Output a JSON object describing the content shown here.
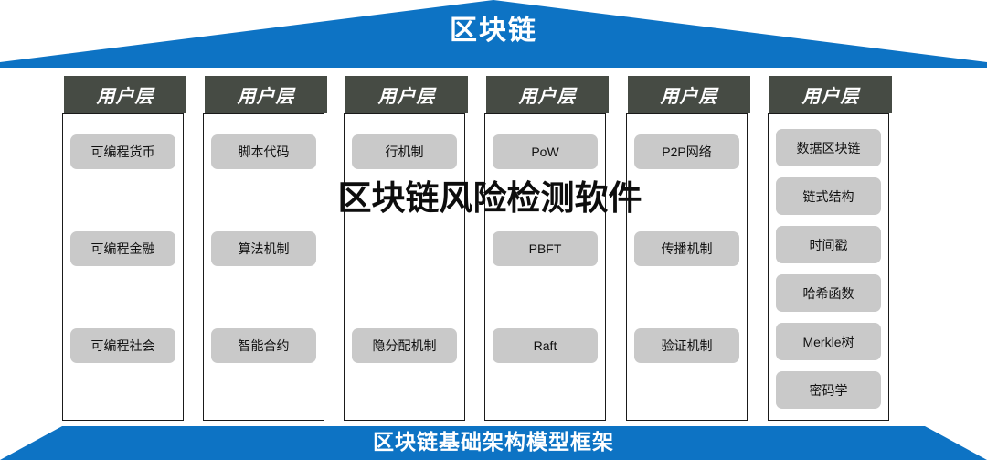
{
  "roof": {
    "label": "区块链",
    "fill": "#0d73c4"
  },
  "base": {
    "label": "区块链基础架构模型框架",
    "fill": "#0d73c4"
  },
  "overlay": {
    "title": "区块链风险检测软件",
    "color": "#0d0d0d"
  },
  "palette": {
    "accent_blue": "#0d73c4",
    "header_gray": "#464b44",
    "pill_gray": "#c9c9c9",
    "outline": "#1a1a1a",
    "background": "#ffffff"
  },
  "columns": [
    {
      "header": "用户层",
      "items": [
        "可编程货币",
        "可编程金融",
        "可编程社会"
      ]
    },
    {
      "header": "用户层",
      "items": [
        "脚本代码",
        "算法机制",
        "智能合约"
      ]
    },
    {
      "header": "用户层",
      "items": [
        "行机制",
        "隐分配机制"
      ]
    },
    {
      "header": "用户层",
      "items": [
        "PoW",
        "PBFT",
        "Raft"
      ]
    },
    {
      "header": "用户层",
      "items": [
        "P2P网络",
        "传播机制",
        "验证机制"
      ]
    },
    {
      "header": "用户层",
      "items": [
        "数据区块链",
        "链式结构",
        "时间戳",
        "哈希函数",
        "Merkle树",
        "密码学"
      ]
    }
  ]
}
